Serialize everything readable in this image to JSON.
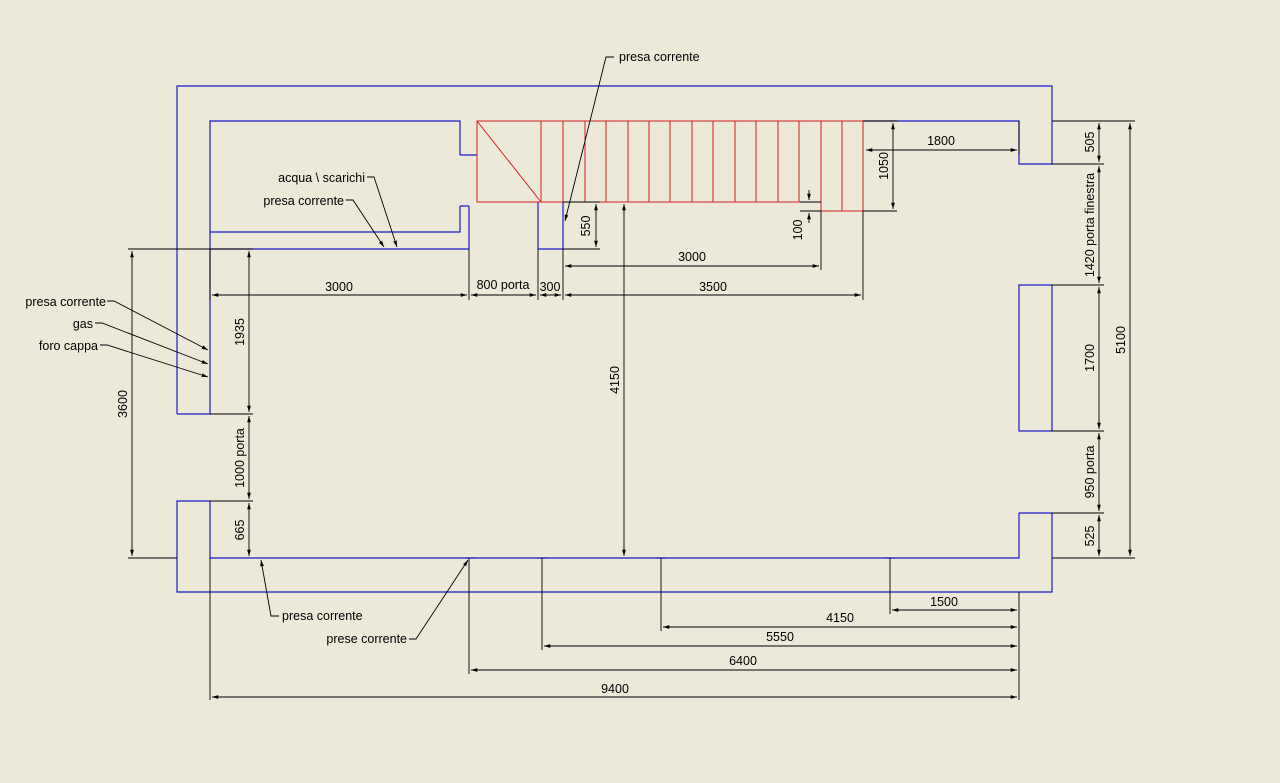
{
  "colors": {
    "background": "#ece9d8",
    "walls": "#1a1acc",
    "stairs": "#d42020",
    "dimensions": "#000000"
  },
  "dimensions": {
    "top_3000": "3000",
    "door_800": "800 porta",
    "d_300": "300",
    "d_3500": "3500",
    "stair_3000": "3000",
    "d_550": "550",
    "d_100": "100",
    "d_1050": "1050",
    "d_1800": "1800",
    "d_1935": "1935",
    "door_1000": "1000 porta",
    "d_665": "665",
    "d_3600": "3600",
    "d_4150_v": "4150",
    "d_505": "505",
    "window_1420": "1420 porta finestra",
    "d_1700": "1700",
    "door_950": "950 porta",
    "d_525": "525",
    "d_5100": "5100",
    "d_1500": "1500",
    "d_4150_h": "4150",
    "d_5550": "5550",
    "d_6400": "6400",
    "d_9400": "9400"
  },
  "labels": {
    "presa_top": "presa corrente",
    "acqua": "acqua \\ scarichi",
    "presa_upper": "presa corrente",
    "presa_left": "presa corrente",
    "gas": "gas",
    "foro": "foro cappa",
    "presa_bottom": "presa corrente",
    "prese_bottom": "prese corrente"
  }
}
